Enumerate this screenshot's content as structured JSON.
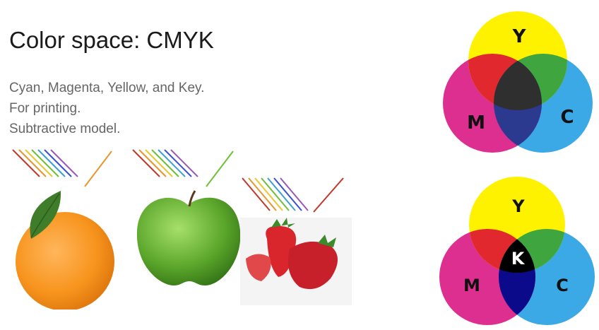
{
  "slide": {
    "title": "Color space: CMYK",
    "lines": [
      "Cyan, Magenta, Yellow, and Key.",
      "For printing.",
      "Subtractive model."
    ]
  },
  "fruits": [
    {
      "name": "orange",
      "reflected_color": "#e8962f"
    },
    {
      "name": "apple",
      "reflected_color": "#6fbf3a"
    },
    {
      "name": "strawberries",
      "reflected_color": "#c0392b"
    }
  ],
  "incoming_light_colors": [
    "#c0392b",
    "#e8962f",
    "#e8c82f",
    "#6fbf3a",
    "#3aa0d8",
    "#3a4fd8",
    "#9b59b6"
  ],
  "venn_top": {
    "labels": {
      "y": "Y",
      "m": "M",
      "c": "C"
    },
    "colors": {
      "cyan": "#3aa9e6",
      "magenta": "#dd2f8f",
      "yellow": "#fff200",
      "red": "#e0282e",
      "green": "#3ea53f",
      "blue": "#2b3a8f",
      "center": "#2f2f2f"
    }
  },
  "venn_bottom": {
    "labels": {
      "y": "Y",
      "m": "M",
      "c": "C",
      "k": "K"
    },
    "colors": {
      "cyan": "#3aa9e6",
      "magenta": "#dd2f8f",
      "yellow": "#fff200",
      "red": "#e0282e",
      "green": "#3ea53f",
      "blue": "#0a0a8a",
      "center": "#000000"
    }
  }
}
